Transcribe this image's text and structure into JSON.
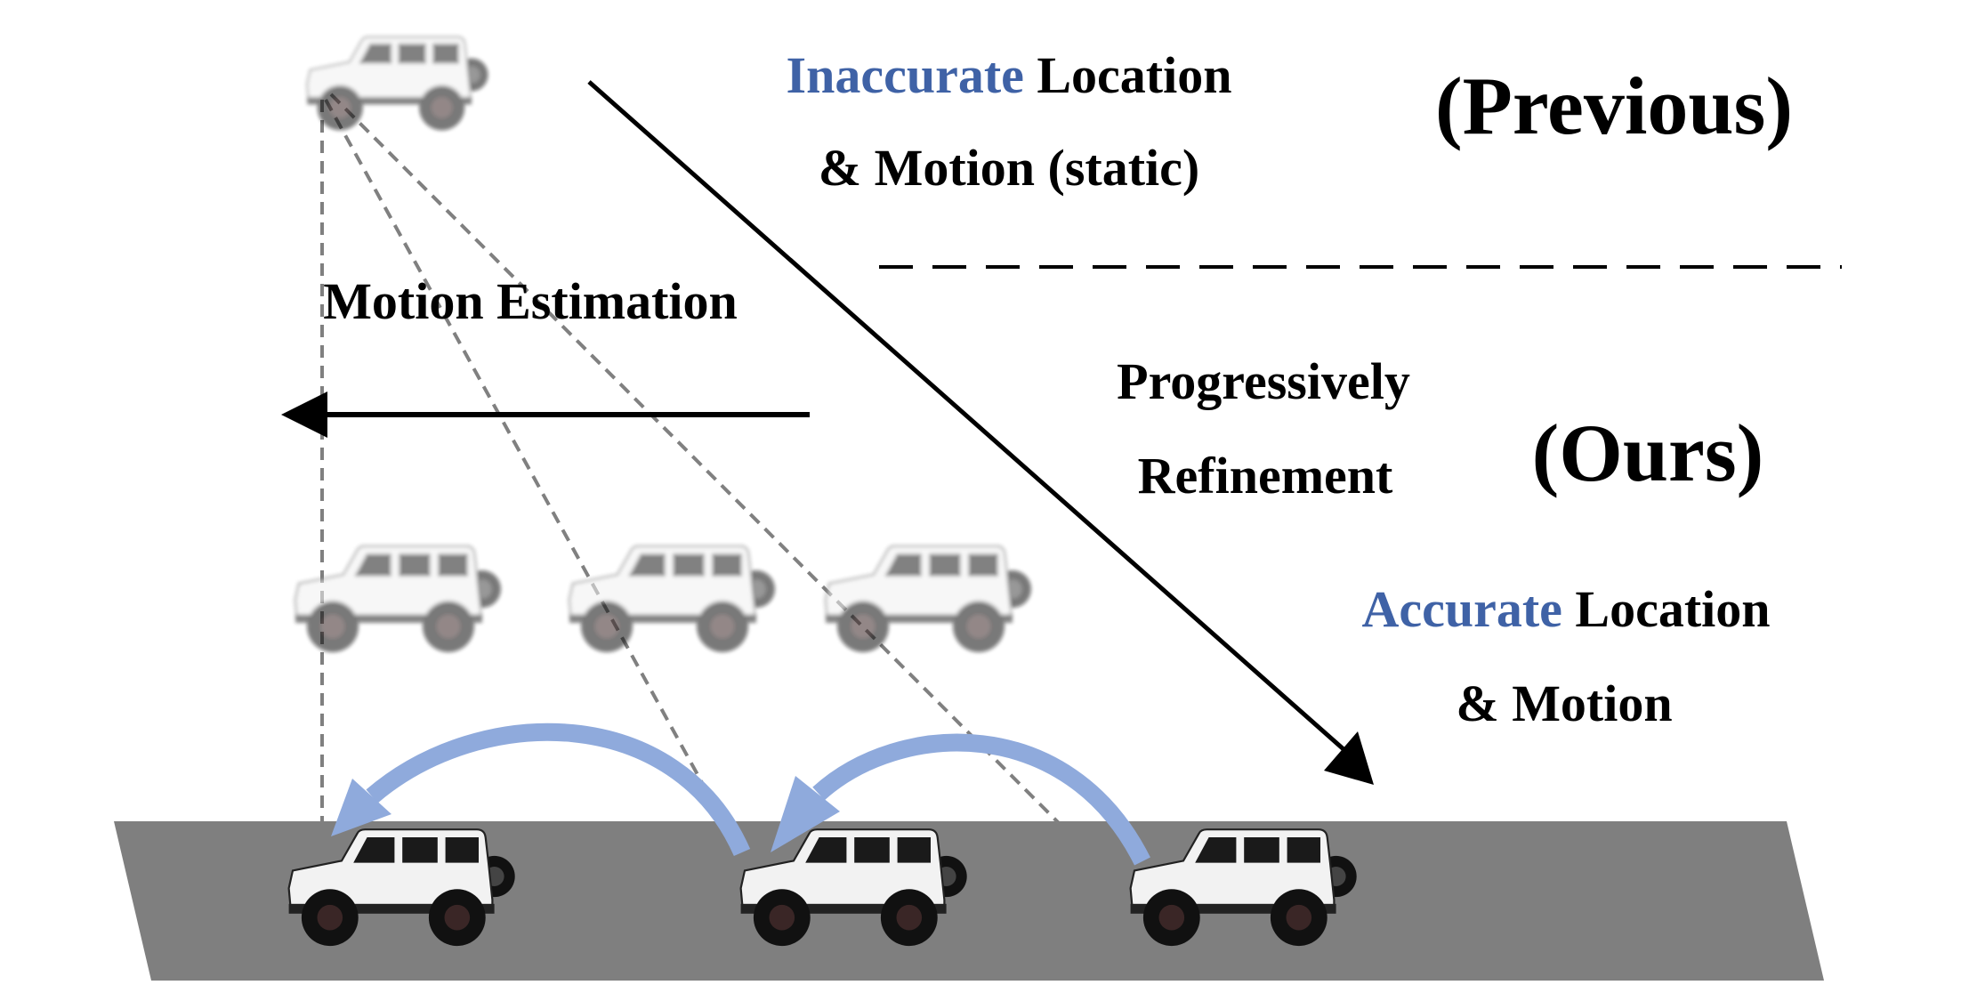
{
  "colors": {
    "background": "#ffffff",
    "road": "#7f7f7f",
    "accent_blue": "#3f62a6",
    "arc_blue": "#8faadc",
    "text": "#000000",
    "dashed_gray": "#808080",
    "ghost_car": "#b4b4b4",
    "car_body": "#f2f2f2",
    "tire": "#111111"
  },
  "labels": {
    "inaccurate_word": "Inaccurate",
    "inaccurate_rest": " Location",
    "motion_static": "& Motion (static)",
    "previous": "(Previous)",
    "motion_estimation": "Motion Estimation",
    "progressively": "Progressively",
    "refinement": "Refinement",
    "ours": "(Ours)",
    "accurate_word": "Accurate",
    "accurate_rest": " Location",
    "motion": "& Motion"
  },
  "icons": {
    "car": "jeep-car-icon",
    "arrow": "arrow-icon"
  }
}
